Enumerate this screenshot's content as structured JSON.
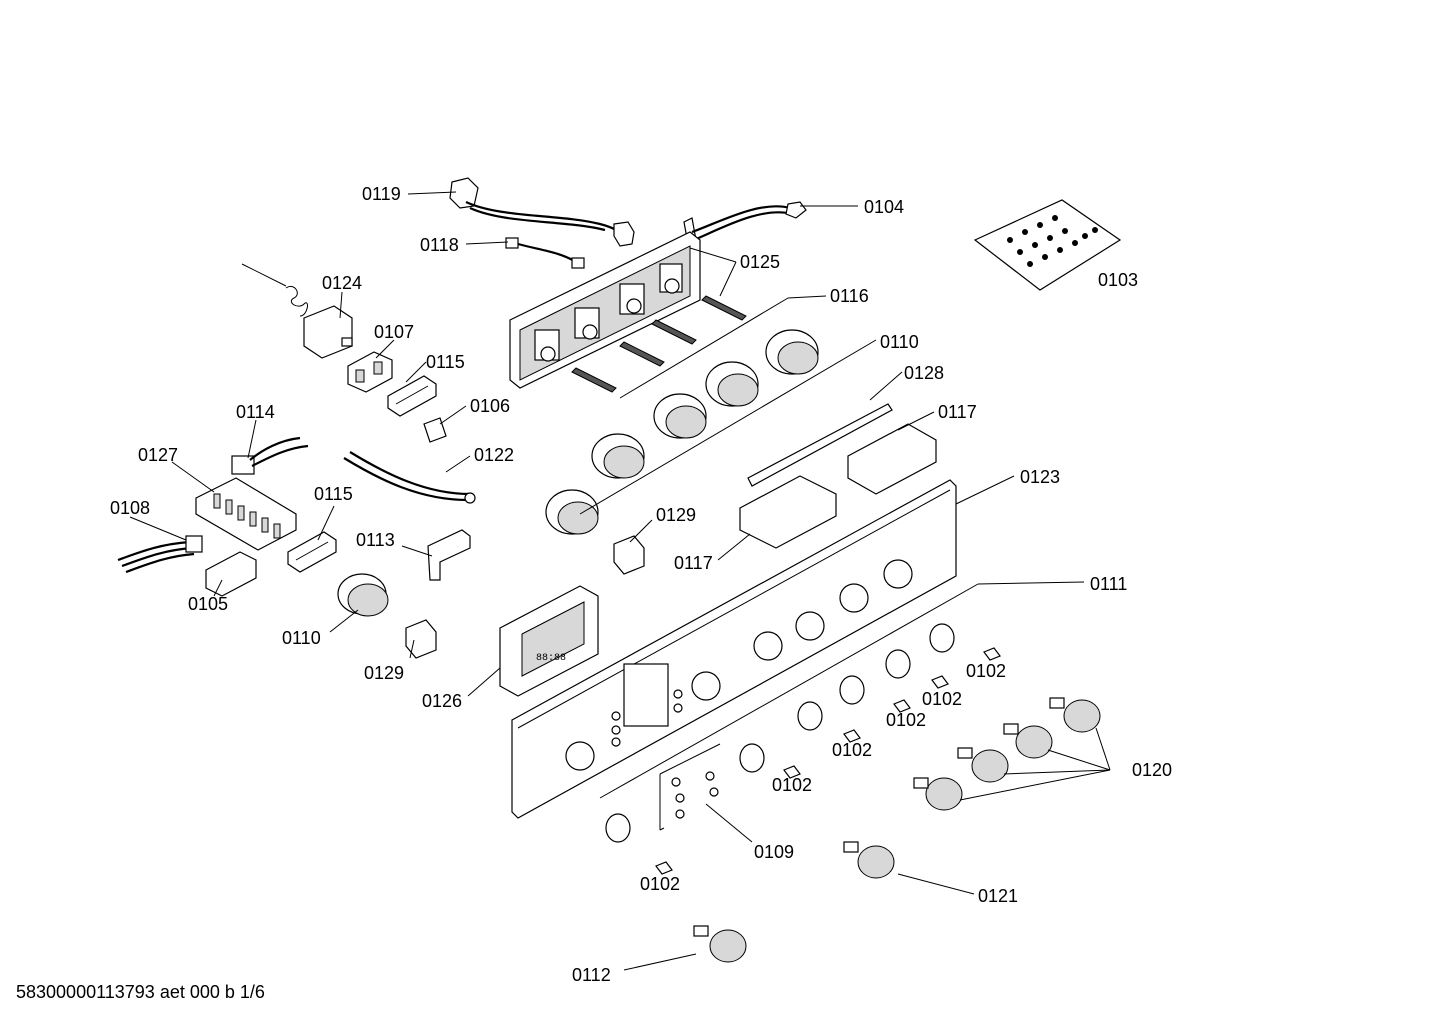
{
  "footer": "58300000113793 aet 000 b 1/6",
  "labels": {
    "l0119": "0119",
    "l0104": "0104",
    "l0118": "0118",
    "l0125": "0125",
    "l0103": "0103",
    "l0124": "0124",
    "l0116": "0116",
    "l0107": "0107",
    "l0110a": "0110",
    "l0115a": "0115",
    "l0128": "0128",
    "l0106": "0106",
    "l0117a": "0117",
    "l0114": "0114",
    "l0127": "0127",
    "l0122": "0122",
    "l0123": "0123",
    "l0108": "0108",
    "l0115b": "0115",
    "l0129a": "0129",
    "l0113": "0113",
    "l0117b": "0117",
    "l0105": "0105",
    "l0111": "0111",
    "l0110b": "0110",
    "l0129b": "0129",
    "l0102a": "0102",
    "l0126": "0126",
    "l0102b": "0102",
    "l0102c": "0102",
    "l0102d": "0102",
    "l0120": "0120",
    "l0102e": "0102",
    "l0109": "0109",
    "l0121": "0121",
    "l0102f": "0102",
    "l0112": "0112"
  }
}
